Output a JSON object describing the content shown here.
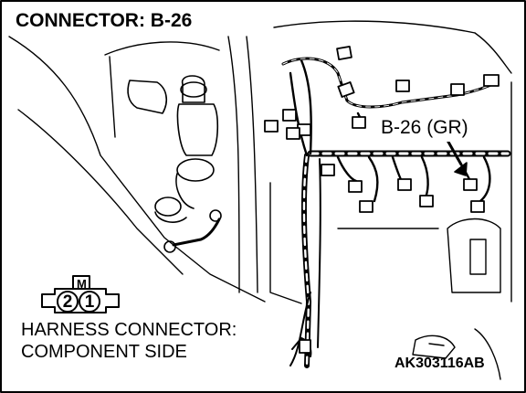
{
  "title": "CONNECTOR: B-26",
  "connector_callout": "B-26 (GR)",
  "connector_face": {
    "terminal_left": "2",
    "terminal_right": "1",
    "key_mark": "M"
  },
  "caption": {
    "line1": "HARNESS CONNECTOR:",
    "line2": "COMPONENT SIDE"
  },
  "figure_code": "AK303116AB"
}
